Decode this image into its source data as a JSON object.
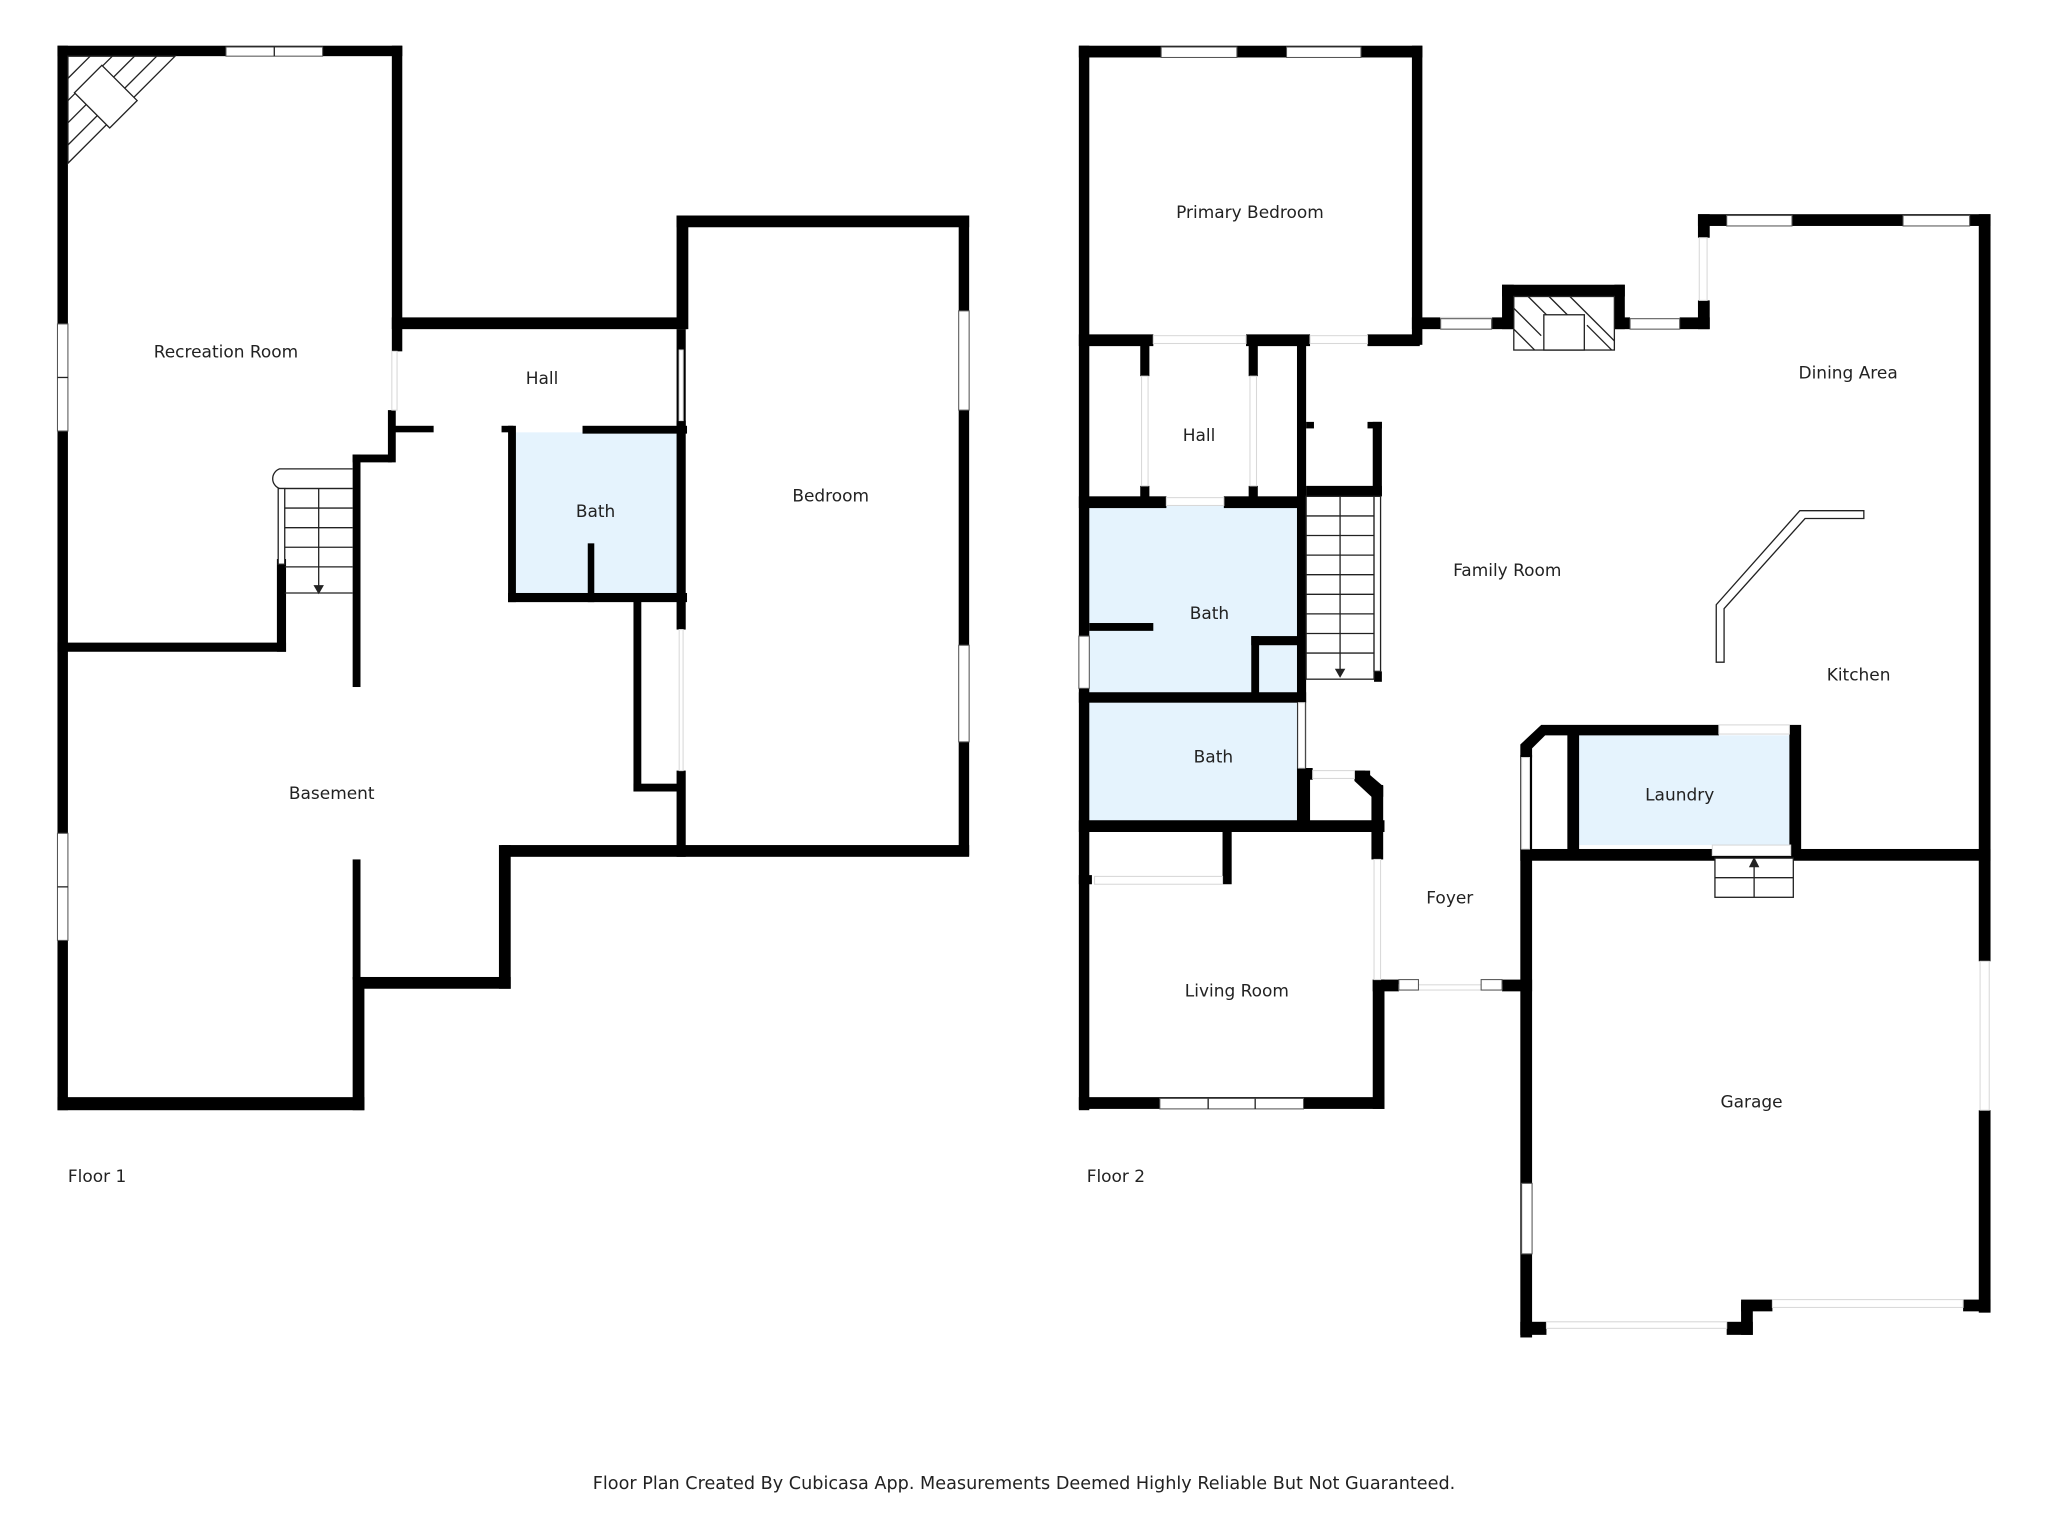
{
  "floors": [
    {
      "label": "Floor 1",
      "rooms": [
        {
          "name": "Recreation Room"
        },
        {
          "name": "Hall"
        },
        {
          "name": "Bath"
        },
        {
          "name": "Bedroom"
        },
        {
          "name": "Basement"
        }
      ],
      "features": [
        "fireplace-icon",
        "stairs-icon"
      ]
    },
    {
      "label": "Floor 2",
      "rooms": [
        {
          "name": "Primary Bedroom"
        },
        {
          "name": "Hall"
        },
        {
          "name": "Bath"
        },
        {
          "name": "Bath"
        },
        {
          "name": "Dining Area"
        },
        {
          "name": "Family Room"
        },
        {
          "name": "Kitchen"
        },
        {
          "name": "Laundry"
        },
        {
          "name": "Foyer"
        },
        {
          "name": "Living Room"
        },
        {
          "name": "Garage"
        }
      ],
      "features": [
        "fireplace-icon",
        "stairs-icon",
        "garage-steps-icon",
        "kitchen-counter-icon"
      ]
    }
  ],
  "footer": {
    "disclaimer": "Floor Plan Created By Cubicasa App. Measurements Deemed Highly Reliable But Not Guaranteed."
  },
  "colors": {
    "wall": "#000000",
    "bath_fill": "#E5F3FD",
    "background": "#FFFFFF"
  }
}
